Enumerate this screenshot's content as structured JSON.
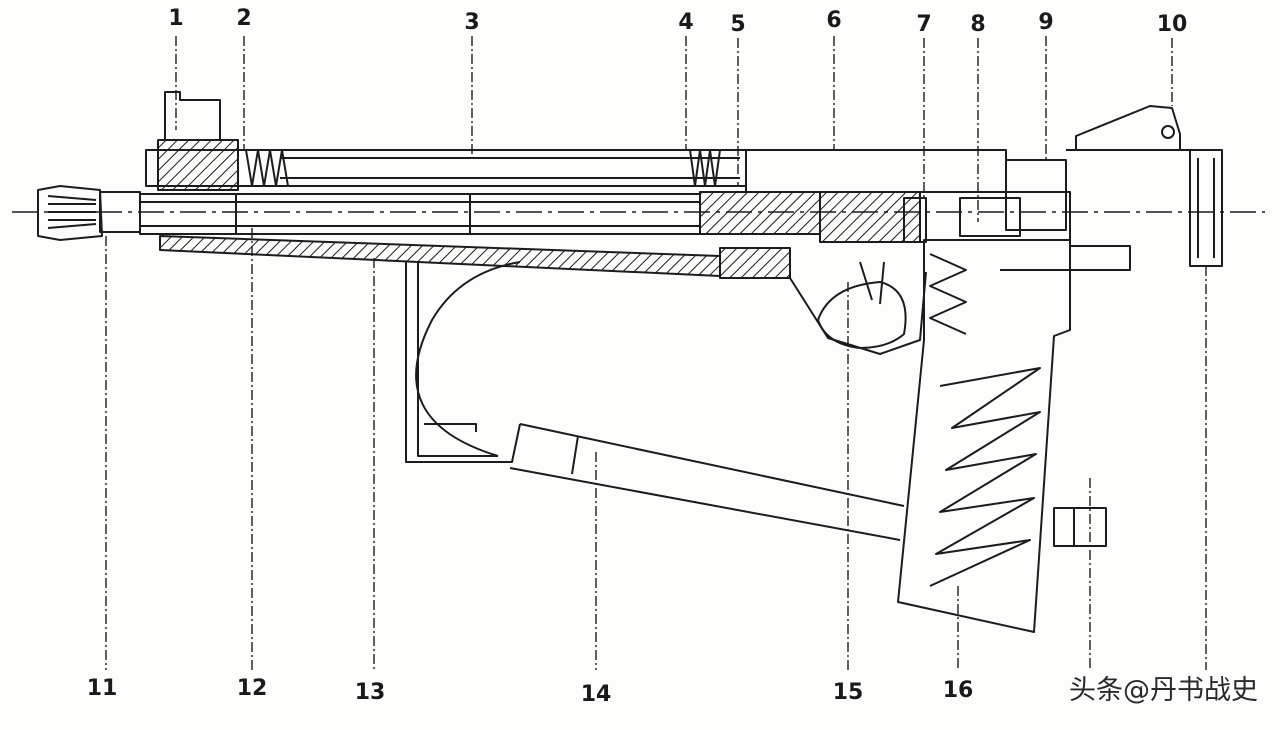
{
  "callouts": {
    "top": [
      "1",
      "2",
      "3",
      "4",
      "5",
      "6",
      "7",
      "8",
      "9",
      "10"
    ],
    "bottom": [
      "11",
      "12",
      "13",
      "14",
      "15",
      "16"
    ]
  },
  "watermark": {
    "text": "头条@丹书战史"
  },
  "colors": {
    "ink": "#1c1c1c",
    "paper": "#fdfdfb"
  }
}
